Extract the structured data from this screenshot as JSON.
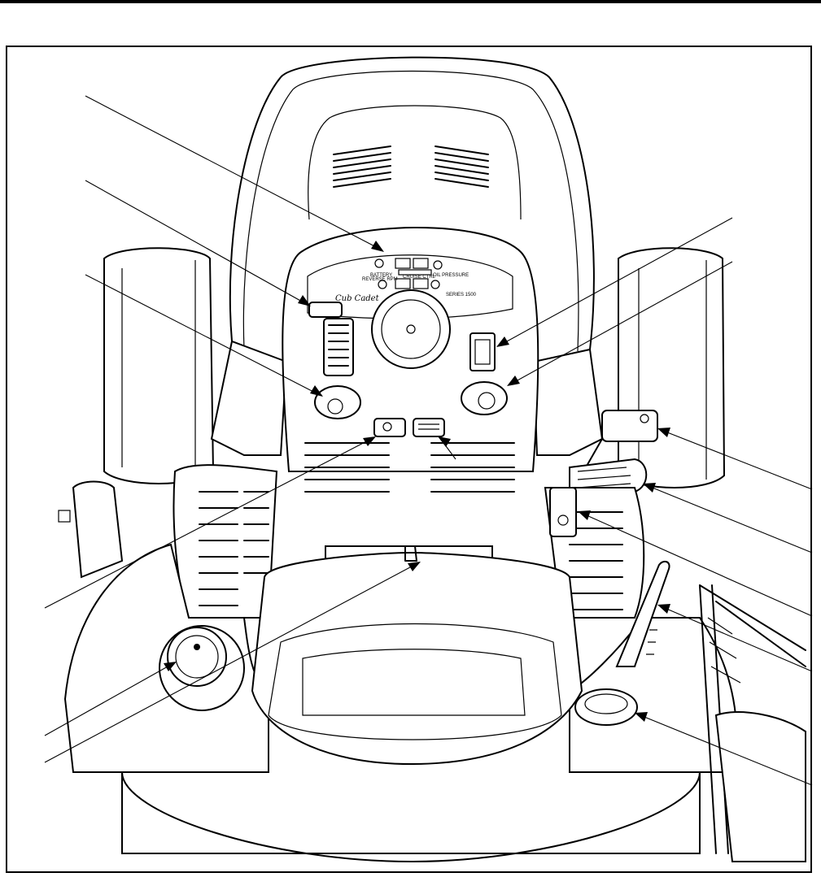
{
  "panel_labels": {
    "battery": "BATTERY",
    "oil_pressure": "OIL PRESSURE",
    "cruise": "CRUISE CTRL",
    "reverse": "REVERSE RPM",
    "brand": "Cub Cadet",
    "series": "SERIES 1500"
  },
  "callout_count": 14
}
